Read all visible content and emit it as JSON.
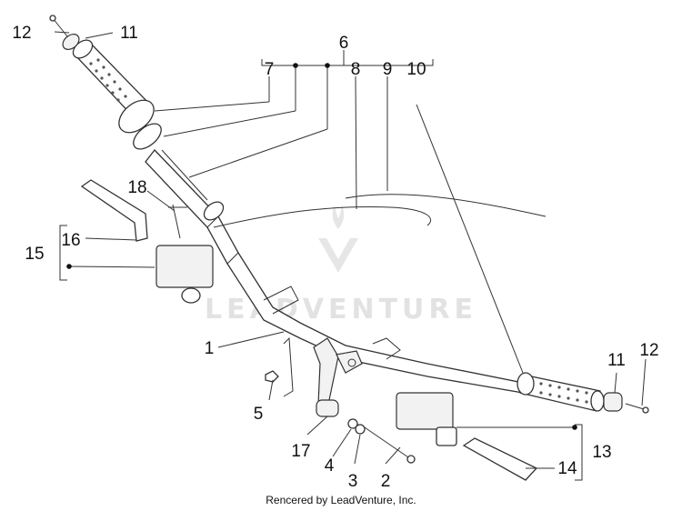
{
  "diagram": {
    "callouts": [
      "1",
      "2",
      "3",
      "4",
      "5",
      "6",
      "7",
      "8",
      "9",
      "10",
      "11",
      "11",
      "12",
      "12",
      "13",
      "14",
      "15",
      "16",
      "17",
      "18"
    ],
    "watermark": "LEADVENTURE",
    "footer": "Rencered by LeadVenture, Inc."
  }
}
